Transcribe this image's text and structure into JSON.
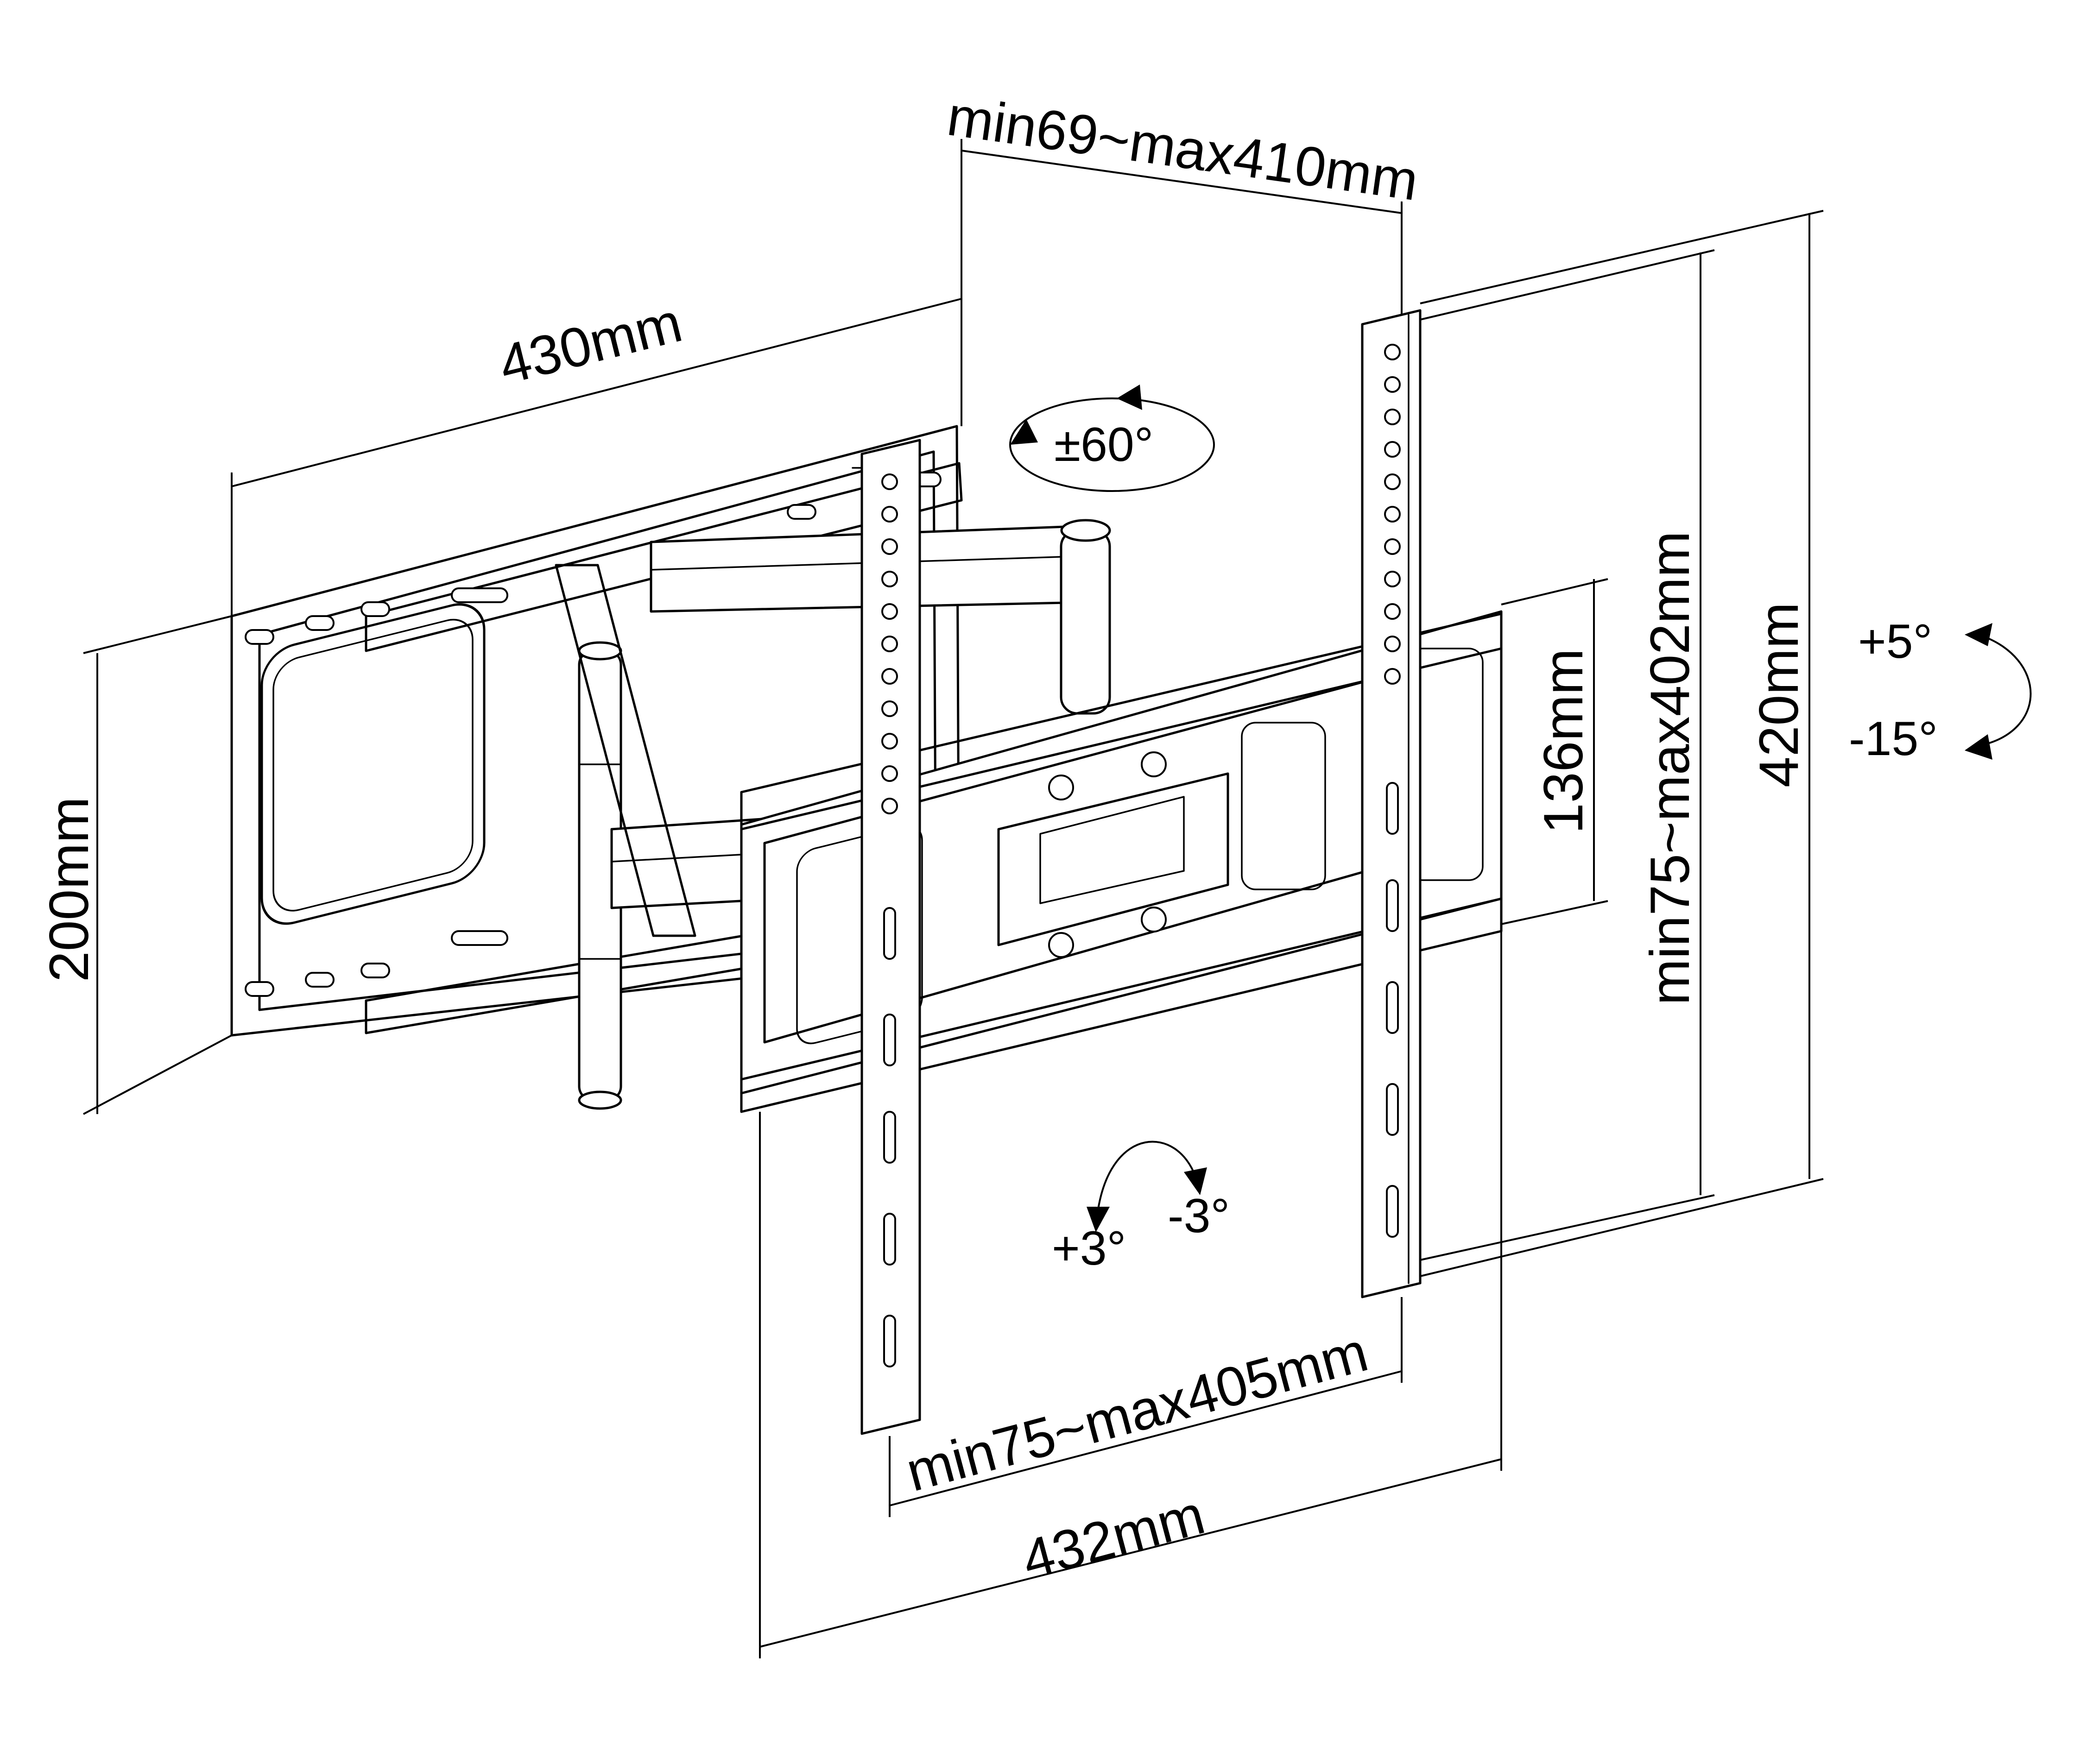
{
  "dimensions": {
    "wall_plate_width": "430mm",
    "wall_plate_height": "200mm",
    "arm_extension": "min69~max410mm",
    "tv_plate_height": "136mm",
    "tv_bracket_height": "420mm",
    "vesa_vertical": "min75~max402mm",
    "vesa_horizontal": "min75~max405mm",
    "tv_plate_width": "432mm"
  },
  "rotation": {
    "swivel": "±60°",
    "tilt_up": "+5°",
    "tilt_down": "-15°",
    "level_plus": "+3°",
    "level_minus": "-3°"
  }
}
